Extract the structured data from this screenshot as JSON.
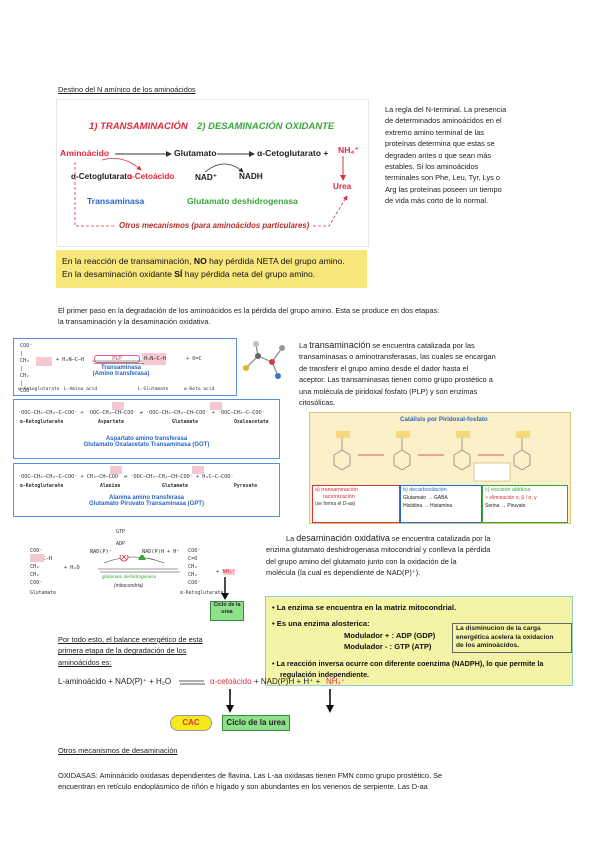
{
  "section1": {
    "title": "Destino del N amínico de los aminoácidos",
    "paragraph_lines": [
      "La regla del N-terminal. La presencia",
      "de determinados aminoácidos en el",
      "extremo amino terminal de las",
      "proteínas determina que estas se",
      "degraden antes o que sean más",
      "estables. Si los aminoácidos",
      "terminales son Phe, Leu, Tyr, Lys o",
      "Arg las proteínas poseen un tiempo",
      "de vida más corto de lo normal."
    ]
  },
  "top_diagram": {
    "step1": "1) TRANSAMINACIÓN",
    "step2": "2) DESAMINACIÓN OXIDANTE",
    "aminoacido": "Aminoácido",
    "glutamato": "Glutamato",
    "cetoglutarato_out": "α-Cetoglutarato +",
    "nh4": "NH₄⁺",
    "cetoglutarato_in": "α-Cetoglutarato",
    "cetoacido": "α-Cetoácido",
    "nad": "NAD⁺",
    "nadh": "NADH",
    "urea": "Urea",
    "transaminasa": "Transaminasa",
    "gdh": "Glutamato deshidrogenasa",
    "otros": "Otros mecanismos (para aminoácidos particulares)"
  },
  "note_band": {
    "line1_pre": "En la reacción de transaminación,",
    "line1_emph": "NO",
    "line1_post": "hay pérdida NETA del grupo amino.",
    "line2_pre": "En la desaminación oxidante",
    "line2_emph": "SÍ",
    "line2_post": "hay pérdida neta del grupo amino."
  },
  "intro_lines": [
    "El primer paso en la degradación de los aminoácidos es la pérdida del grupo amino. Esta se produce en dos etapas:",
    "la transaminación y la desaminación oxidativa."
  ],
  "transamination": {
    "lead": "La",
    "term": "transaminación",
    "lines": [
      "se encuentra catalizada por las",
      "transaminasas o aminotransferasas, las cuales se encargan",
      "de transferir el grupo amino desde el dador hasta el",
      "aceptor. Las transaminasas tienen como grupo prostético a",
      "una molécula de piridoxal fosfato (PLP) y son enzimas",
      "citosólicas."
    ]
  },
  "reaction_box1": {
    "enzyme_line1": "Transaminasa",
    "enzyme_line2": "(Amino transferasa)",
    "plp": "PLP",
    "labels": [
      "α-Ketoglutarate",
      "L-Amino acid",
      "L-Glutamate",
      "α-Keto acid"
    ]
  },
  "reaction_box2": {
    "labels": [
      "α-Ketoglutarate",
      "Aspartate",
      "Glutamate",
      "Oxaloacetate"
    ],
    "enzyme_line1": "Aspartato amino transferasa",
    "enzyme_line2": "Glutamato Oxalacetato Transaminasa (GOT)"
  },
  "reaction_box3": {
    "labels": [
      "α-Ketoglutarate",
      "Alanine",
      "Glutamate",
      "Pyruvate"
    ],
    "enzyme_line1": "Alanina amino transferasa",
    "enzyme_line2": "Glutamato Piruvato Transaminasa (GPT)"
  },
  "plp_box": {
    "title": "Catálisis por Piridoxal-fosfato",
    "a_label": "a)  transaminación",
    "a_sub": "racemización",
    "a_note": "(se forma el D-aa)",
    "b_label": "b)  decarboxilación",
    "b_r1_from": "Glutamato",
    "b_r1_to": "GABA",
    "b_r2_from": "Histidina",
    "b_r2_to": "Histamina",
    "c_label": "c)  escisión aldólica",
    "c_r1": "> eliminación α, β / α, γ",
    "c_r2_from": "Serina",
    "c_r2_to": "Piruvato"
  },
  "oxidative": {
    "lead": "La",
    "term": "desaminación oxidativa",
    "first_tail": "se encuentra catalizada por la",
    "lines": [
      "enzima glutamato deshidrogenasa mitocondrial y conlleva la pérdida",
      "del grupo amino del glutamato junto con la oxidación de la",
      "molécula (la cual es dependiente de NAD(P)⁺)."
    ]
  },
  "gdh_reaction": {
    "gtp": "GTP",
    "adp": "ADP",
    "nadp": "NAD(P)⁺",
    "nadph": "NAD(P)H + H⁺",
    "h2o": "H₂O",
    "enzyme": "glutamato deshidrogenasa",
    "mito": "(mitocondria)",
    "glutamate": "Glutamate",
    "ketoglutarate": "α-Ketoglutarate",
    "nh4": "NH₄⁺",
    "ciclo": "Ciclo de la urea"
  },
  "enzyme_box": {
    "b1": "• La enzima se encuentra en la matriz mitocondrial.",
    "b2": "• Es una enzima alosterica:",
    "mod_pos": "Modulador + : ADP (GDP)",
    "mod_neg": "Modulador - : GTP (ATP)",
    "note_lines": [
      "La disminucion de la carga",
      "energética acelera la oxidacion",
      "de los aminoácidos."
    ],
    "b3_line1": "• La reacción inversa ocurre con diferente coenzima (NADPH), lo que permite la",
    "b3_line2": "regulación independiente."
  },
  "balance": {
    "lines": [
      "Por todo esto, el balance energético de esta",
      "primera etapa de la degradación de los",
      "aminoácidos es:"
    ],
    "eq_left": "L-aminoácido + NAD(P)⁺ + H₂O",
    "eq_mid": "α-cetoácido",
    "eq_right": "+ NAD(P)H + H⁺ +",
    "eq_nh4": "NH₄⁺",
    "cac": "CAC",
    "ciclo": "Ciclo de la urea"
  },
  "section2": {
    "title": "Otros mecanismos de desaminación",
    "lines": [
      "OXIDASAS: Aminoácido oxidasas dependientes de flavina. Las L-aa oxidasas tienen FMN como grupo prostético. Se",
      "encuentran en retículo endoplásmico de riñón e hígado y son abundantes en los venenos de serpiente. Las D-aa"
    ]
  }
}
